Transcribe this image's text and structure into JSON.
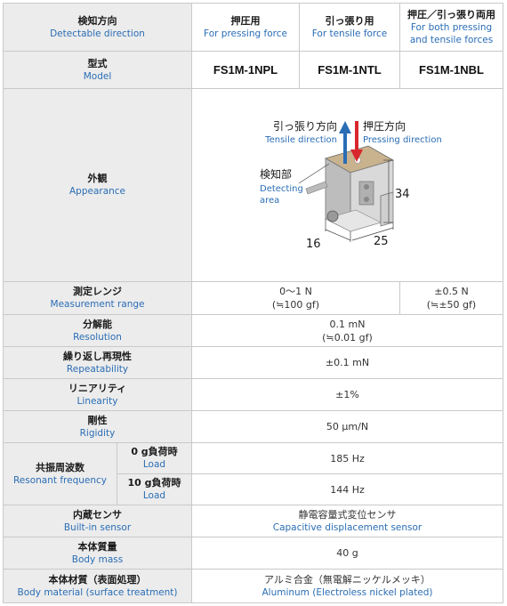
{
  "header": {
    "direction_jp": "検知方向",
    "direction_en": "Detectable direction",
    "col1_jp": "押圧用",
    "col1_en": "For pressing force",
    "col2_jp": "引っ張り用",
    "col2_en": "For tensile force",
    "col3_jp": "押圧／引っ張り両用",
    "col3_en_line1": "For both pressing",
    "col3_en_line2": "and tensile forces"
  },
  "model": {
    "label_jp": "型式",
    "label_en": "Model",
    "m1": "FS1M-1NPL",
    "m2": "FS1M-1NTL",
    "m3": "FS1M-1NBL"
  },
  "appearance": {
    "label_jp": "外観",
    "label_en": "Appearance",
    "tensile_jp": "引っ張り方向",
    "tensile_en": "Tensile direction",
    "pressing_jp": "押圧方向",
    "pressing_en": "Pressing direction",
    "detect_jp": "検知部",
    "detect_en_line1": "Detecting",
    "detect_en_line2": "area",
    "dim_height": "34",
    "dim_depth": "16",
    "dim_width": "25",
    "colors": {
      "tensile_arrow": "#2a6db5",
      "pressing_arrow": "#d8262e"
    }
  },
  "rows": {
    "range": {
      "jp": "測定レンジ",
      "en": "Measurement range",
      "v1a": "0〜1 N",
      "v1b": "(≒100 gf)",
      "v2a": "±0.5 N",
      "v2b": "(≒±50 gf)"
    },
    "resolution": {
      "jp": "分解能",
      "en": "Resolution",
      "va": "0.1 mN",
      "vb": "(≒0.01 gf)"
    },
    "repeatability": {
      "jp": "繰り返し再現性",
      "en": "Repeatability",
      "v": "±0.1 mN"
    },
    "linearity": {
      "jp": "リニアリティ",
      "en": "Linearity",
      "v": "±1%"
    },
    "rigidity": {
      "jp": "剛性",
      "en": "Rigidity",
      "v": "50 μm/N"
    },
    "resonant": {
      "jp": "共振周波数",
      "en": "Resonant frequency",
      "sub1_jp": "0 g負荷時",
      "sub1_en": "Load",
      "sub1_v": "185 Hz",
      "sub2_jp": "10 g負荷時",
      "sub2_en": "Load",
      "sub2_v": "144 Hz"
    },
    "sensor": {
      "jp": "内蔵センサ",
      "en": "Built-in sensor",
      "v_jp": "静電容量式変位センサ",
      "v_en": "Capacitive displacement sensor"
    },
    "mass": {
      "jp": "本体質量",
      "en": "Body mass",
      "v": "40 g"
    },
    "material": {
      "jp": "本体材質（表面処理）",
      "en": "Body material (surface treatment)",
      "v_jp": "アルミ合金（無電解ニッケルメッキ）",
      "v_en": "Aluminum (Electroless nickel plated)"
    }
  }
}
